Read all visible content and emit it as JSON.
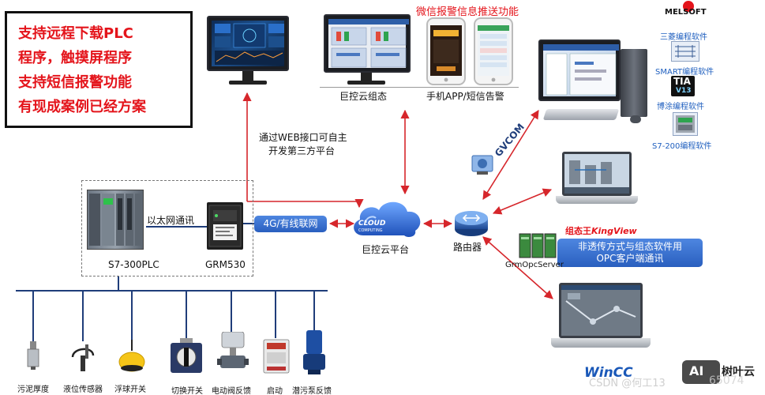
{
  "features_box": {
    "lines": [
      "支持远程下载PLC",
      "程序，触摸屏程序",
      "支持短信报警功能",
      "有现成案例已经方案"
    ]
  },
  "top": {
    "wechat_alarm": "微信报警信息推送功能",
    "cloud_config": "巨控云组态",
    "phone_app": "手机APP/短信告警"
  },
  "web_api": {
    "line1": "通过WEB接口可自主",
    "line2": "开发第三方平台"
  },
  "cloud": {
    "logo_line1": "CLOUD",
    "logo_line2": "COMPUTING",
    "label": "巨控云平台"
  },
  "network_bubble": "4G/有线联网",
  "ethernet_label": "以太网通讯",
  "plc_label": "S7-300PLC",
  "grm_label": "GRM530",
  "router_label": "路由器",
  "gvcom_label": "GVCOM",
  "software": {
    "melsoft": "MELSOFT",
    "mitsubishi": "三菱编程软件",
    "smart": "SMART编程软件",
    "tia": "TIA",
    "tia_ver": "V13",
    "botu": "博涂编程软件",
    "s7200": "S7-200编程软件"
  },
  "kingview": {
    "prefix": "组态王",
    "name": "KingView"
  },
  "opc_bubble": {
    "line1": "非透传方式与组态软件用",
    "line2": "OPC客户端通讯"
  },
  "opc_server": "GrmOpcServer",
  "wincc": "WinCC",
  "sensors": [
    "污泥厚度",
    "液位传感器",
    "浮球开关",
    "切换开关",
    "电动阀反馈",
    "启动",
    "潜污泵反馈"
  ],
  "watermark": {
    "csdn": "CSDN @何工13",
    "tail": "65074",
    "ai_badge": "AI",
    "brand": "树叶云"
  },
  "colors": {
    "red_text": "#e4141b",
    "link_line": "#1f3d7a",
    "arrow_red": "#d6262b",
    "bubble_blue": "#3a72d6"
  }
}
